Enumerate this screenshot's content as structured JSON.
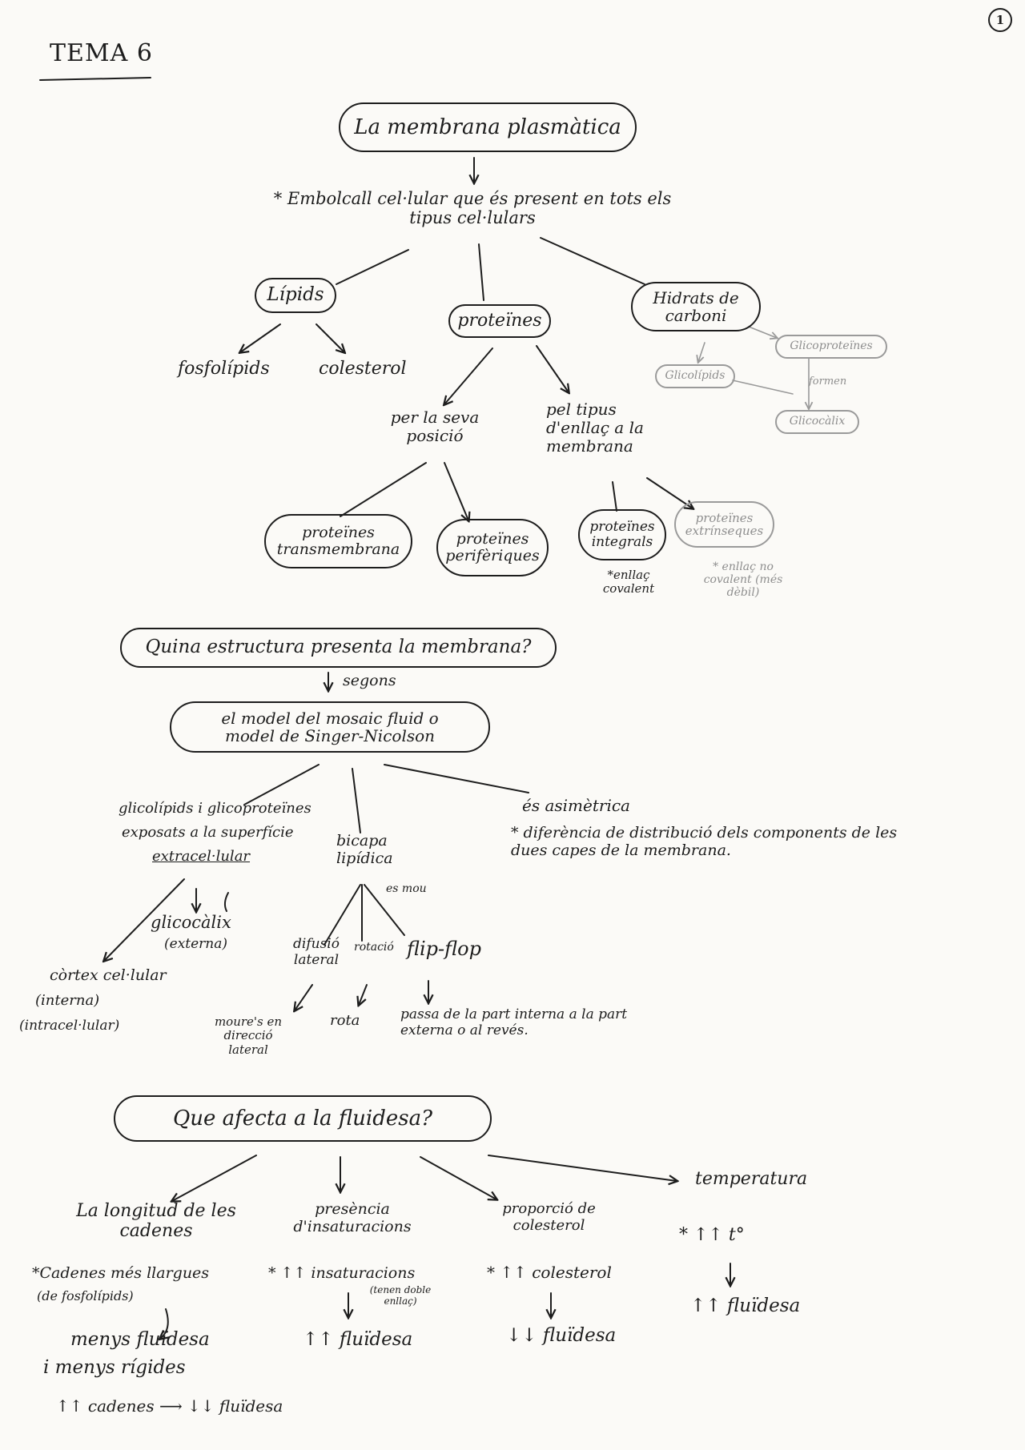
{
  "page_number": "1",
  "topic_title": "TEMA 6",
  "section1": {
    "title": "La membrana plasmàtica",
    "definition": "* Embolcall cel·lular que és present en tots els tipus cel·lulars",
    "lipids": {
      "label": "Lípids",
      "children": [
        "fosfolípids",
        "colesterol"
      ]
    },
    "proteins": {
      "label": "proteïnes",
      "by_position": {
        "label": "per la seva posició",
        "children": [
          "proteïnes transmembrana",
          "proteïnes perifèriques"
        ]
      },
      "by_link": {
        "label": "pel tipus d'enllaç a la membrana",
        "integral": "proteïnes integrals",
        "integral_note": "*enllaç covalent",
        "extrinsic": "proteïnes extrínseques",
        "extrinsic_note": "* enllaç no covalent (més dèbil)"
      }
    },
    "carbs": {
      "label": "Hidrats de carboni",
      "glycoproteins": "Glicoproteïnes",
      "glycolipids": "Glicolípids",
      "forms": "formen",
      "glycocalyx": "Glicocàlix"
    }
  },
  "section2": {
    "question": "Quina estructura presenta la membrana?",
    "according": "segons",
    "model": "el model del mosaic fluid o model de Singer-Nicolson",
    "glyco": {
      "line1": "glicolípids i glicoproteïnes",
      "line2": "exposats a la superfície",
      "line3": "extracel·lular",
      "glycocalyx": "glicocàlix",
      "glycocalyx_sub": "(externa)",
      "cortex": "còrtex cel·lular",
      "cortex_sub1": "(interna)",
      "cortex_sub2": "(intracel·lular)"
    },
    "bilayer": {
      "label": "bicapa lipídica",
      "moves": "es mou",
      "lateral": "difusió lateral",
      "rotation": "rotació",
      "flipflop": "flip-flop",
      "lateral_desc": "moure's en direcció lateral",
      "rotation_desc": "rota",
      "flipflop_desc": "passa de la part interna a la part externa o al revés."
    },
    "asymmetric": {
      "label": "és asimètrica",
      "note": "* diferència de distribució dels components de les dues capes de la membrana."
    }
  },
  "section3": {
    "question": "Que afecta a la fluidesa?",
    "length": {
      "label": "La longitud de les cadenes",
      "note": "*Cadenes més llargues",
      "note_sub": "(de fosfolípids)",
      "result1": "menys fluïdesa",
      "result2": "i menys rígides",
      "summary": "↑↑ cadenes ⟶ ↓↓ fluïdesa"
    },
    "unsat": {
      "label": "presència d'insaturacions",
      "note": "* ↑↑ insaturacions",
      "note_sub": "(tenen doble enllaç)",
      "result": "↑↑ fluïdesa"
    },
    "chol": {
      "label": "proporció de colesterol",
      "note": "* ↑↑ colesterol",
      "result": "↓↓ fluïdesa"
    },
    "temp": {
      "label": "temperatura",
      "note": "* ↑↑ t°",
      "result": "↑↑ fluïdesa"
    }
  }
}
